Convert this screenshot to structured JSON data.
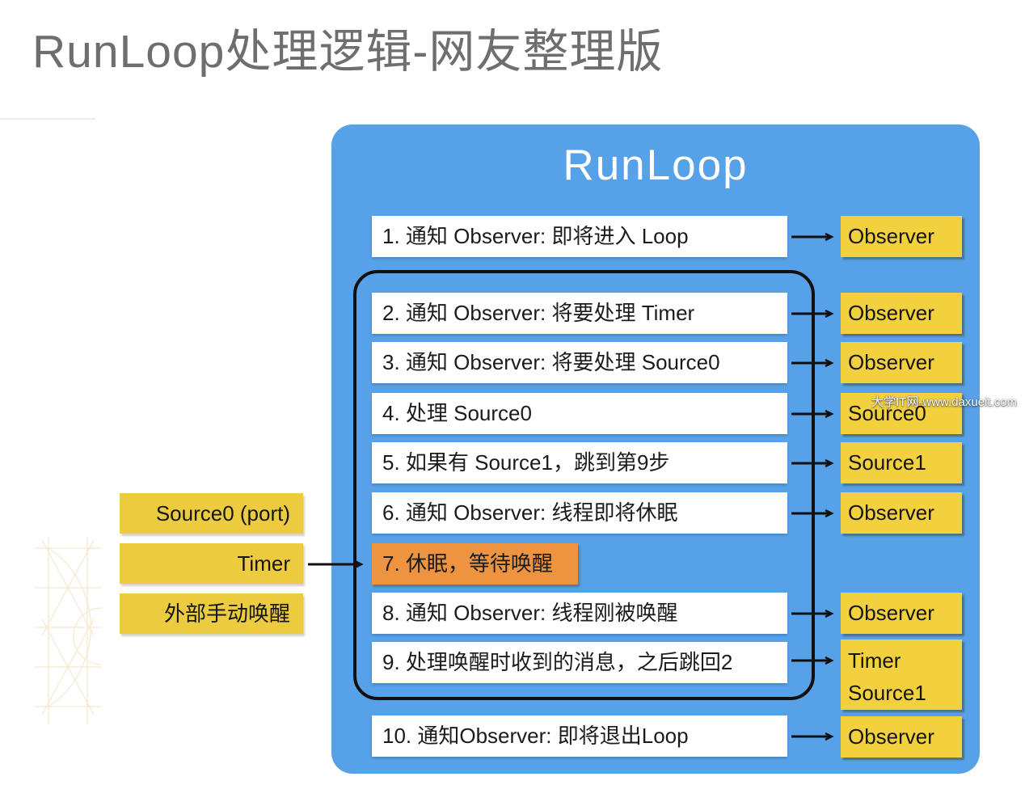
{
  "title": "RunLoop处理逻辑-网友整理版",
  "watermark": "大学IT网-www.daxueit.com",
  "panel": {
    "title": "RunLoop"
  },
  "steps": [
    {
      "label": "1. 通知 Observer: 即将进入 Loop"
    },
    {
      "label": "2. 通知 Observer: 将要处理 Timer"
    },
    {
      "label": "3. 通知 Observer: 将要处理 Source0"
    },
    {
      "label": "4. 处理 Source0"
    },
    {
      "label": "5. 如果有 Source1，跳到第9步"
    },
    {
      "label": "6. 通知 Observer: 线程即将休眠"
    },
    {
      "label": "7. 休眠，等待唤醒"
    },
    {
      "label": "8. 通知 Observer: 线程刚被唤醒"
    },
    {
      "label": "9. 处理唤醒时收到的消息，之后跳回2"
    },
    {
      "label": "10. 通知Observer: 即将退出Loop"
    }
  ],
  "targets": [
    {
      "label": "Observer"
    },
    {
      "label": "Observer"
    },
    {
      "label": "Observer"
    },
    {
      "label": "Source0"
    },
    {
      "label": "Source1"
    },
    {
      "label": "Observer"
    },
    {
      "label": "Observer"
    },
    {
      "label": "Timer",
      "label2": "Source1"
    },
    {
      "label": "Observer"
    }
  ],
  "sources": [
    {
      "label": "Source0 (port)"
    },
    {
      "label": "Timer"
    },
    {
      "label": "外部手动唤醒"
    }
  ],
  "colors": {
    "panel_blue": "#57a1e9",
    "target_yellow": "#f2d03e",
    "source_yellow": "#eccb3e",
    "sleep_orange": "#ee9340",
    "loop_border": "#101010",
    "title_gray": "#6e6e6e"
  }
}
